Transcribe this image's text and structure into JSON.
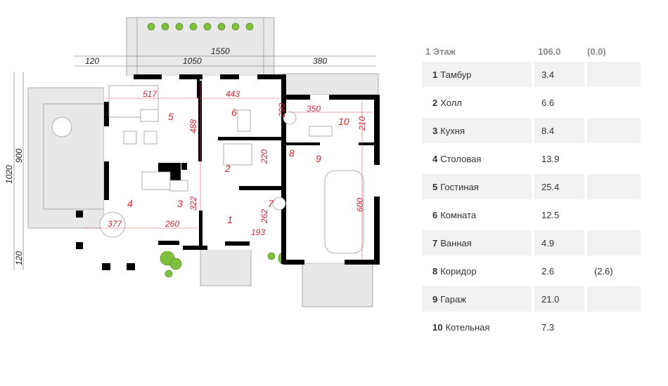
{
  "plan": {
    "dims": {
      "total_width": "1550",
      "left_offset": "120",
      "main_width": "1050",
      "garage_width": "380",
      "total_depth": "1020",
      "main_depth": "900",
      "bottom_offset": "120"
    },
    "rooms": [
      "1",
      "2",
      "3",
      "4",
      "5",
      "6",
      "7",
      "8",
      "9",
      "10"
    ],
    "inner_dims": {
      "d517": "517",
      "d443": "443",
      "d488": "488",
      "d290": "290",
      "d350": "350",
      "d210": "210",
      "d220": "220",
      "d322": "322",
      "d377": "377",
      "d260": "260",
      "d262": "262",
      "d193": "193",
      "d600": "600"
    }
  },
  "table": {
    "header": {
      "name": "1 Этаж",
      "area": "106.0",
      "extra": "(0.0)"
    },
    "rows": [
      {
        "num": "1",
        "name": "Тамбур",
        "area": "3.4",
        "extra": ""
      },
      {
        "num": "2",
        "name": "Холл",
        "area": "6.6",
        "extra": ""
      },
      {
        "num": "3",
        "name": "Кухня",
        "area": "8.4",
        "extra": ""
      },
      {
        "num": "4",
        "name": "Столовая",
        "area": "13.9",
        "extra": ""
      },
      {
        "num": "5",
        "name": "Гостиная",
        "area": "25.4",
        "extra": ""
      },
      {
        "num": "6",
        "name": "Комната",
        "area": "12.5",
        "extra": ""
      },
      {
        "num": "7",
        "name": "Ванная",
        "area": "4.9",
        "extra": ""
      },
      {
        "num": "8",
        "name": "Коридор",
        "area": "2.6",
        "extra": "(2.6)"
      },
      {
        "num": "9",
        "name": "Гараж",
        "area": "21.0",
        "extra": ""
      },
      {
        "num": "10",
        "name": "Котельная",
        "area": "7.3",
        "extra": ""
      }
    ]
  }
}
